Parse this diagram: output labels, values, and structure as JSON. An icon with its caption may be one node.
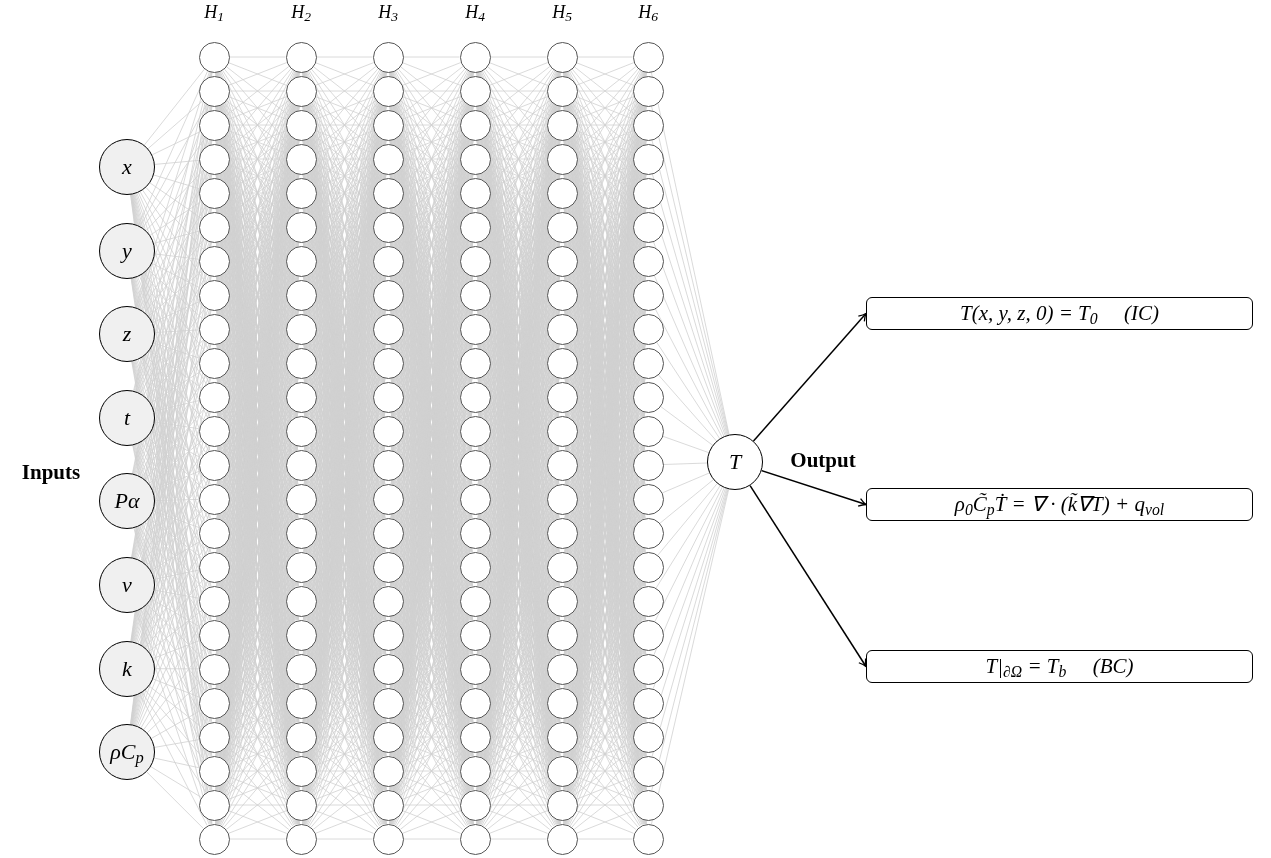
{
  "diagram": {
    "nodes": [
      {
        "text": [
          "x"
        ]
      },
      {
        "text": [
          "y"
        ]
      },
      {
        "text": [
          "z"
        ]
      },
      {
        "text": [
          "t"
        ]
      },
      {
        "text": [
          "Pα"
        ]
      },
      {
        "text": [
          "v"
        ]
      },
      {
        "text": [
          "k"
        ]
      },
      {
        "text": [
          "ρC$_{p}$"
        ]
      },
      {
        "text": [],
        "shape": "circle"
      },
      {
        "text": [],
        "shape": "circle"
      },
      {
        "text": [],
        "shape": "circle"
      },
      {
        "text": [],
        "shape": "circle"
      },
      {
        "text": [],
        "shape": "circle"
      },
      {
        "text": [],
        "shape": "circle"
      },
      {
        "text": [],
        "shape": "circle"
      },
      {
        "text": [],
        "shape": "circle"
      },
      {
        "text": [],
        "shape": "circle"
      },
      {
        "text": [],
        "shape": "circle"
      },
      {
        "text": [],
        "shape": "circle"
      },
      {
        "text": [],
        "shape": "circle"
      },
      {
        "text": [],
        "shape": "circle"
      },
      {
        "text": [],
        "shape": "circle"
      },
      {
        "text": [],
        "shape": "circle"
      },
      {
        "text": [],
        "shape": "circle"
      },
      {
        "text": [],
        "shape": "circle"
      },
      {
        "text": [],
        "shape": "circle"
      },
      {
        "text": [],
        "shape": "circle"
      },
      {
        "text": [],
        "shape": "circle"
      },
      {
        "text": [],
        "shape": "circle"
      },
      {
        "text": [],
        "shape": "circle"
      },
      {
        "text": [],
        "shape": "circle"
      },
      {
        "text": [],
        "shape": "circle"
      },
      {
        "text": [],
        "shape": "circle"
      },
      {
        "text": [],
        "shape": "circle"
      },
      {
        "text": [],
        "shape": "circle"
      },
      {
        "text": [],
        "shape": "circle"
      },
      {
        "text": [],
        "shape": "circle"
      },
      {
        "text": [],
        "shape": "circle"
      },
      {
        "text": [],
        "shape": "circle"
      },
      {
        "text": [],
        "shape": "circle"
      },
      {
        "text": [],
        "shape": "circle"
      },
      {
        "text": [],
        "shape": "circle"
      },
      {
        "text": [],
        "shape": "circle"
      },
      {
        "text": [],
        "shape": "circle"
      },
      {
        "text": [],
        "shape": "circle"
      },
      {
        "text": [],
        "shape": "circle"
      },
      {
        "text": [],
        "shape": "circle"
      },
      {
        "text": [],
        "shape": "circle"
      },
      {
        "text": [],
        "shape": "circle"
      },
      {
        "text": [],
        "shape": "circle"
      },
      {
        "text": [],
        "shape": "circle"
      },
      {
        "text": [],
        "shape": "circle"
      },
      {
        "text": [],
        "shape": "circle"
      },
      {
        "text": [],
        "shape": "circle"
      },
      {
        "text": [],
        "shape": "circle"
      },
      {
        "text": [],
        "shape": "circle"
      },
      {
        "text": [],
        "shape": "circle"
      },
      {
        "text": [],
        "shape": "circle"
      },
      {
        "text": [],
        "shape": "circle"
      },
      {
        "text": [],
        "shape": "circle"
      },
      {
        "text": [],
        "shape": "circle"
      },
      {
        "text": [],
        "shape": "circle"
      },
      {
        "text": [],
        "shape": "circle"
      },
      {
        "text": [],
        "shape": "circle"
      },
      {
        "text": [],
        "shape": "circle"
      },
      {
        "text": [],
        "shape": "circle"
      },
      {
        "text": [],
        "shape": "circle"
      },
      {
        "text": [],
        "shape": "circle"
      },
      {
        "text": [],
        "shape": "circle"
      },
      {
        "text": [],
        "shape": "circle"
      },
      {
        "text": [],
        "shape": "circle"
      },
      {
        "text": [],
        "shape": "circle"
      },
      {
        "text": [],
        "shape": "circle"
      },
      {
        "text": [],
        "shape": "circle"
      },
      {
        "text": [],
        "shape": "circle"
      },
      {
        "text": [],
        "shape": "circle"
      },
      {
        "text": [],
        "shape": "circle"
      },
      {
        "text": [],
        "shape": "circle"
      },
      {
        "text": [],
        "shape": "circle"
      },
      {
        "text": [],
        "shape": "circle"
      },
      {
        "text": [],
        "shape": "circle"
      },
      {
        "text": [],
        "shape": "circle"
      },
      {
        "text": [],
        "shape": "circle"
      },
      {
        "text": [],
        "shape": "circle"
      },
      {
        "text": [],
        "shape": "circle"
      },
      {
        "text": [],
        "shape": "circle"
      },
      {
        "text": [],
        "shape": "circle"
      },
      {
        "text": [],
        "shape": "circle"
      },
      {
        "text": [],
        "shape": "circle"
      },
      {
        "text": [],
        "shape": "circle"
      },
      {
        "text": [],
        "shape": "circle"
      },
      {
        "text": [],
        "shape": "circle"
      },
      {
        "text": [],
        "shape": "circle"
      },
      {
        "text": [],
        "shape": "circle"
      },
      {
        "text": [],
        "shape": "circle"
      },
      {
        "text": [],
        "shape": "circle"
      },
      {
        "text": [],
        "shape": "circle"
      },
      {
        "text": [],
        "shape": "circle"
      },
      {
        "text": [],
        "shape": "circle"
      },
      {
        "text": [],
        "shape": "circle"
      },
      {
        "text": [],
        "shape": "circle"
      },
      {
        "text": [],
        "shape": "circle"
      },
      {
        "text": [],
        "shape": "circle"
      },
      {
        "text": [],
        "shape": "circle"
      },
      {
        "text": [],
        "shape": "circle"
      },
      {
        "text": [],
        "shape": "circle"
      },
      {
        "text": [],
        "shape": "circle"
      },
      {
        "text": [],
        "shape": "circle"
      },
      {
        "text": [],
        "shape": "circle"
      },
      {
        "text": [],
        "shape": "circle"
      },
      {
        "text": [],
        "shape": "circle"
      },
      {
        "text": [],
        "shape": "circle"
      },
      {
        "text": [],
        "shape": "circle"
      },
      {
        "text": [],
        "shape": "circle"
      },
      {
        "text": [],
        "shape": "circle"
      },
      {
        "text": [],
        "shape": "circle"
      },
      {
        "text": [],
        "shape": "circle"
      },
      {
        "text": [],
        "shape": "circle"
      },
      {
        "text": [],
        "shape": "circle"
      },
      {
        "text": [],
        "shape": "circle"
      },
      {
        "text": [],
        "shape": "circle"
      },
      {
        "text": [],
        "shape": "circle"
      },
      {
        "text": [],
        "shape": "circle"
      },
      {
        "text": [],
        "shape": "circle"
      },
      {
        "text": [],
        "shape": "circle"
      },
      {
        "text": [],
        "shape": "circle"
      },
      {
        "text": [],
        "shape": "circle"
      },
      {
        "text": [],
        "shape": "circle"
      },
      {
        "text": [],
        "shape": "circle"
      },
      {
        "text": [],
        "shape": "circle"
      },
      {
        "text": [],
        "shape": "circle"
      },
      {
        "text": [],
        "shape": "circle"
      },
      {
        "text": [],
        "shape": "circle"
      },
      {
        "text": [],
        "shape": "circle"
      },
      {
        "text": [],
        "shape": "circle"
      },
      {
        "text": [],
        "shape": "circle"
      },
      {
        "text": [],
        "shape": "circle"
      },
      {
        "text": [],
        "shape": "circle"
      },
      {
        "text": [],
        "shape": "circle"
      },
      {
        "text": [],
        "shape": "circle"
      },
      {
        "text": [],
        "shape": "circle"
      },
      {
        "text": [],
        "shape": "circle"
      },
      {
        "text": [],
        "shape": "circle"
      },
      {
        "text": [],
        "shape": "circle"
      },
      {
        "text": [],
        "shape": "circle"
      },
      {
        "text": [],
        "shape": "circle"
      },
      {
        "text": [],
        "shape": "circle"
      },
      {
        "text": [],
        "shape": "circle"
      },
      {
        "text": [],
        "shape": "circle"
      },
      {
        "text": [],
        "shape": "circle"
      },
      {
        "text": [],
        "shape": "circle"
      },
      {
        "text": [],
        "shape": "circle"
      },
      {
        "text": [
          "T"
        ]
      },
      {
        "text": [
          "T(x, y, z, 0) = T$_{0}$     (IC)"
        ]
      },
      {
        "text": [
          "ρ$_{0}$C̃$_{p}$Ṫ = ∇ · (k̃∇T) + q$_{vol}$"
        ]
      },
      {
        "text": [
          "T|$_{∂Ω}$ = T$_{b}$     (BC)"
        ]
      }
    ],
    "edges": [
      {
        "from": 152,
        "to": 153,
        "arrow": "to"
      },
      {
        "from": 152,
        "to": 154,
        "arrow": "to"
      },
      {
        "from": 152,
        "to": 155,
        "arrow": "to"
      }
    ],
    "labels": [
      "H$_{1}$",
      "H$_{2}$",
      "H$_{3}$",
      "H$_{4}$",
      "H$_{5}$",
      "H$_{6}$",
      "Inputs",
      "Output"
    ]
  }
}
